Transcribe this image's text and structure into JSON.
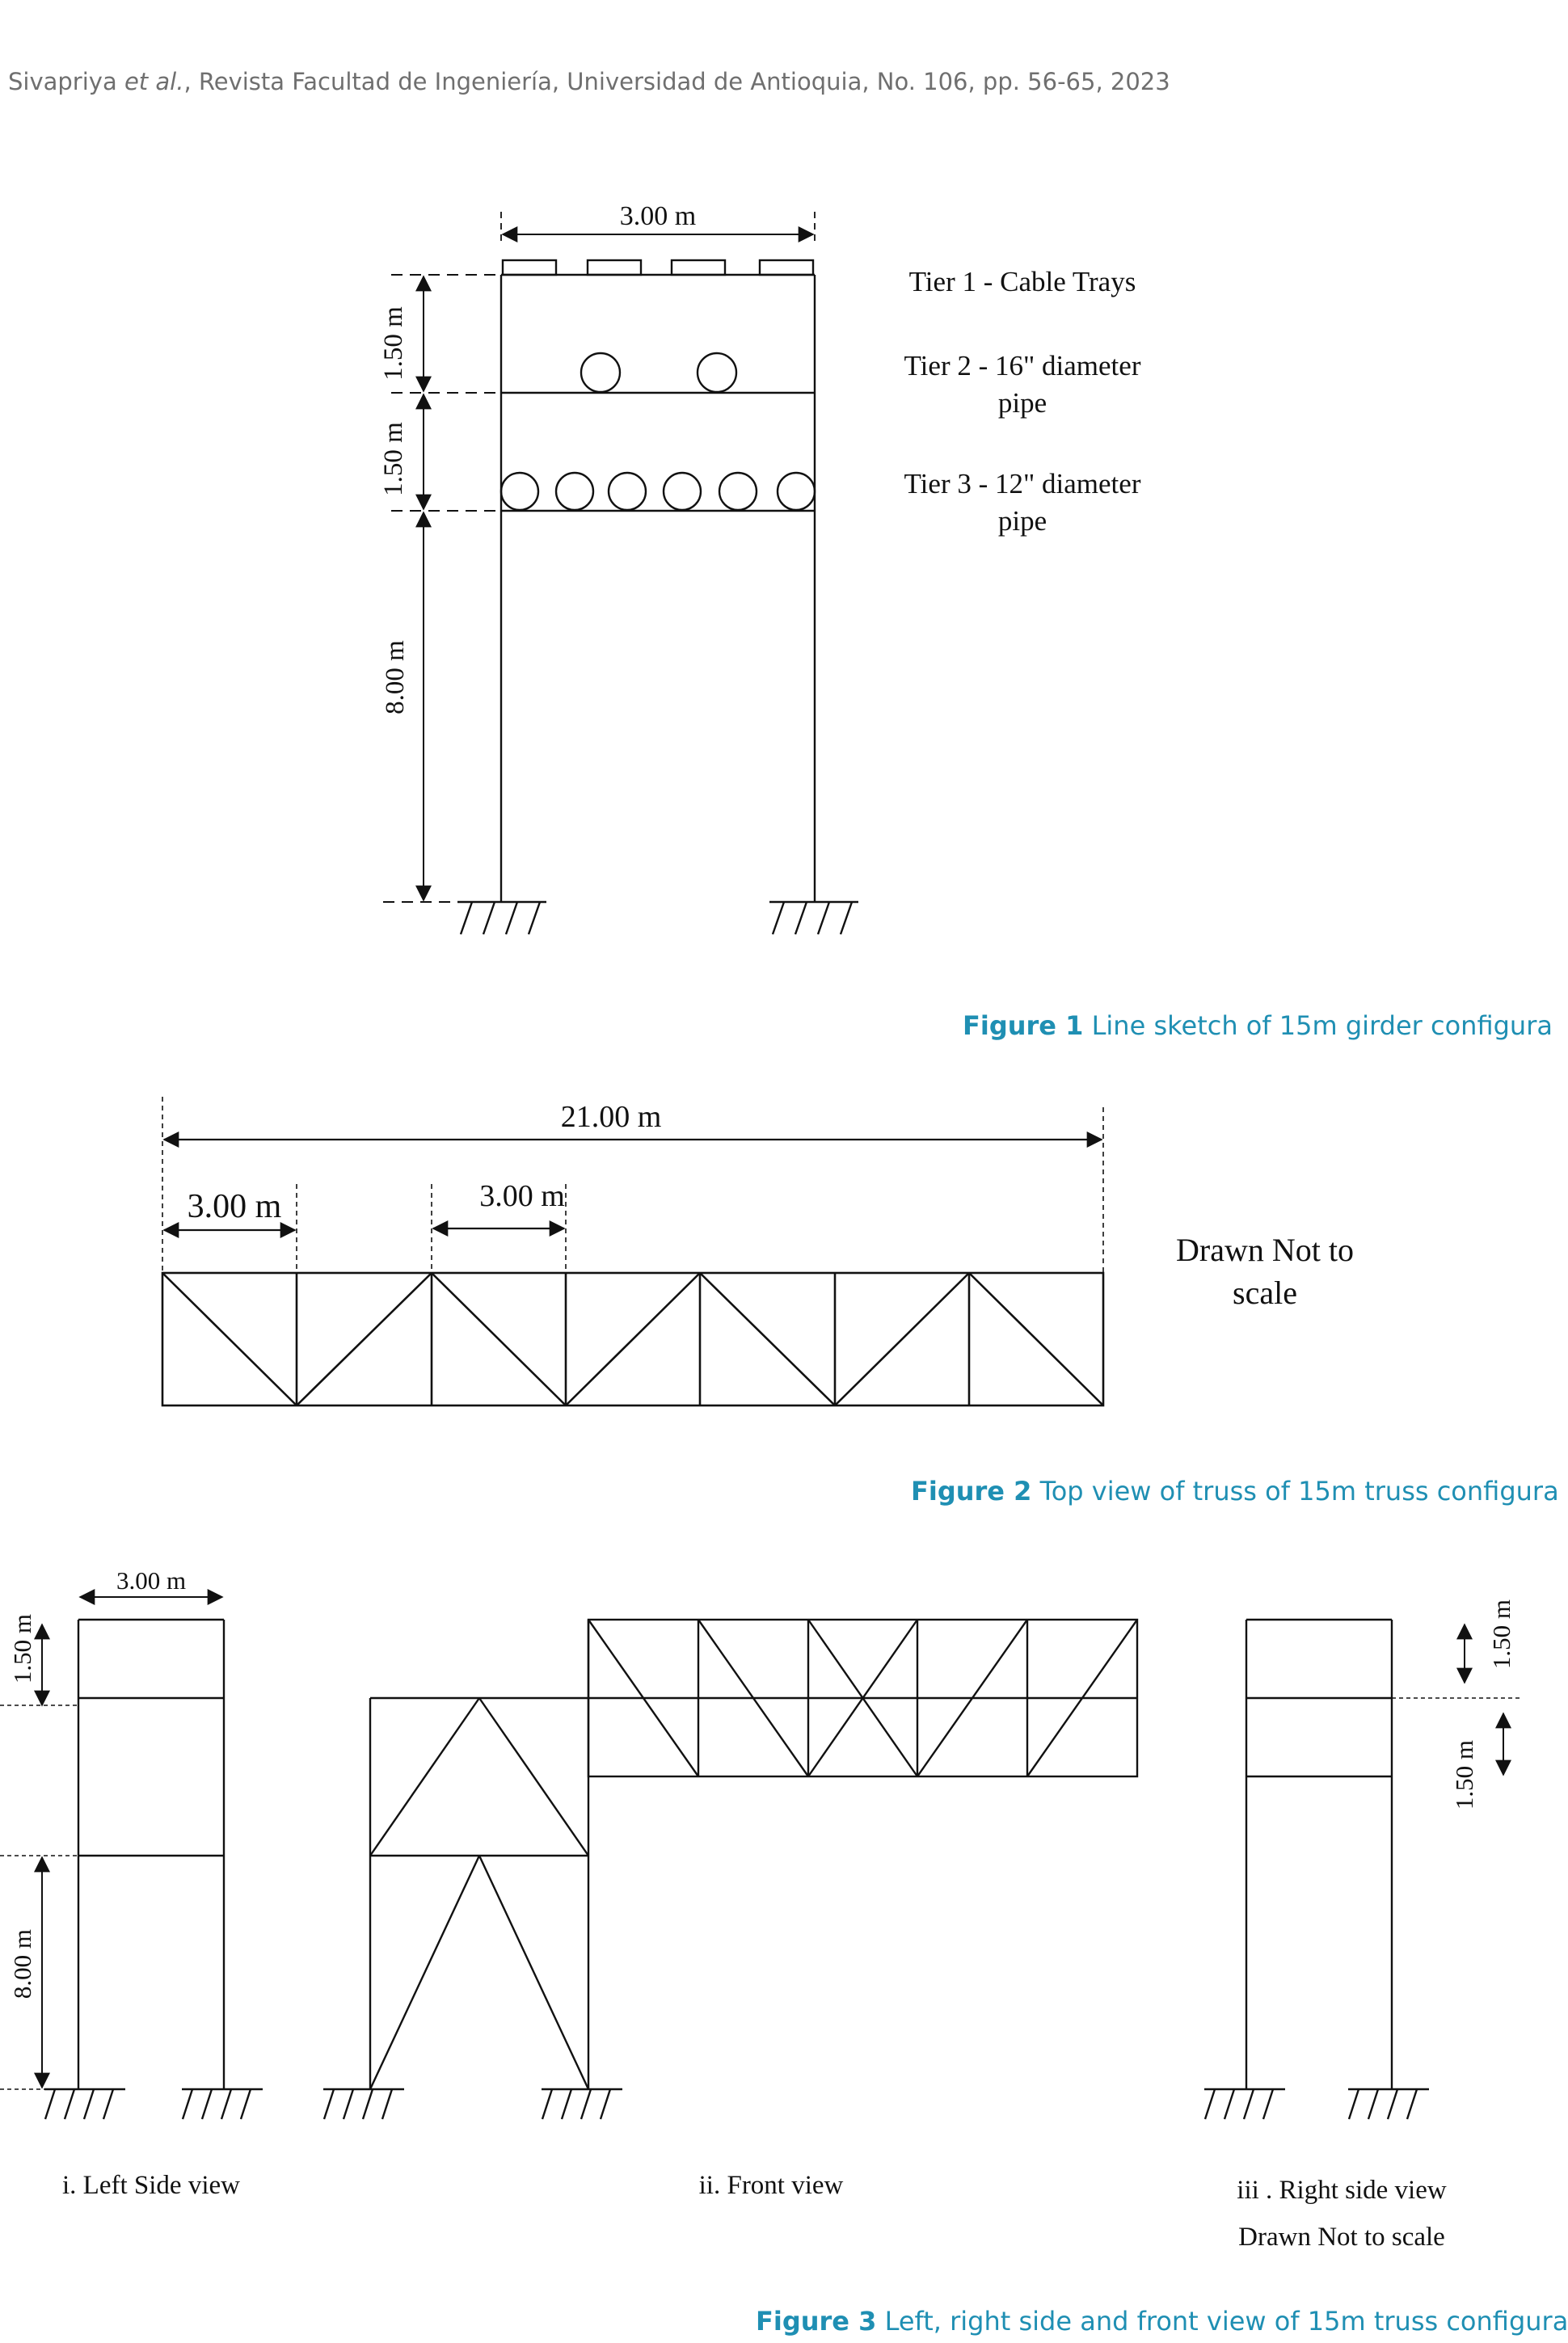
{
  "running_head": {
    "authors": "Sivapriya",
    "etal": "et al.",
    "citation": ", Revista Facultad de Ingeniería, Universidad de Antioquia, No.  106, pp.  56-65, 2023"
  },
  "figure1": {
    "width_label": "3.00 m",
    "dim1": "1.50 m",
    "dim2": "1.50 m",
    "dim3": "8.00 m",
    "tier1": "Tier 1 - Cable Trays",
    "tier2_line1": "Tier 2 - 16\" diameter",
    "tier2_line2": "pipe",
    "tier3_line1": "Tier 3 - 12\" diameter",
    "tier3_line2": "pipe",
    "caption_label": "Figure 1",
    "caption_text": "Line sketch of 15m girder configura"
  },
  "figure2": {
    "total_label": "21.00 m",
    "bay1_label": "3.00 m",
    "bay2_label": "3.00 m",
    "note_line1": "Drawn Not to",
    "note_line2": "scale",
    "caption_label": "Figure 2",
    "caption_text": "Top view of truss of 15m truss configura"
  },
  "figure3": {
    "left_width": "3.00 m",
    "left_dim1": "1.50 m",
    "left_dim2": "8.00 m",
    "right_dim1": "1.50 m",
    "right_dim2": "1.50 m",
    "left_view": "i. Left Side view",
    "front_view": "ii. Front view",
    "right_view": "iii . Right side view",
    "note": "Drawn Not to scale",
    "caption_label": "Figure 3",
    "caption_text": "Left, right side and front view of 15m truss configura"
  }
}
